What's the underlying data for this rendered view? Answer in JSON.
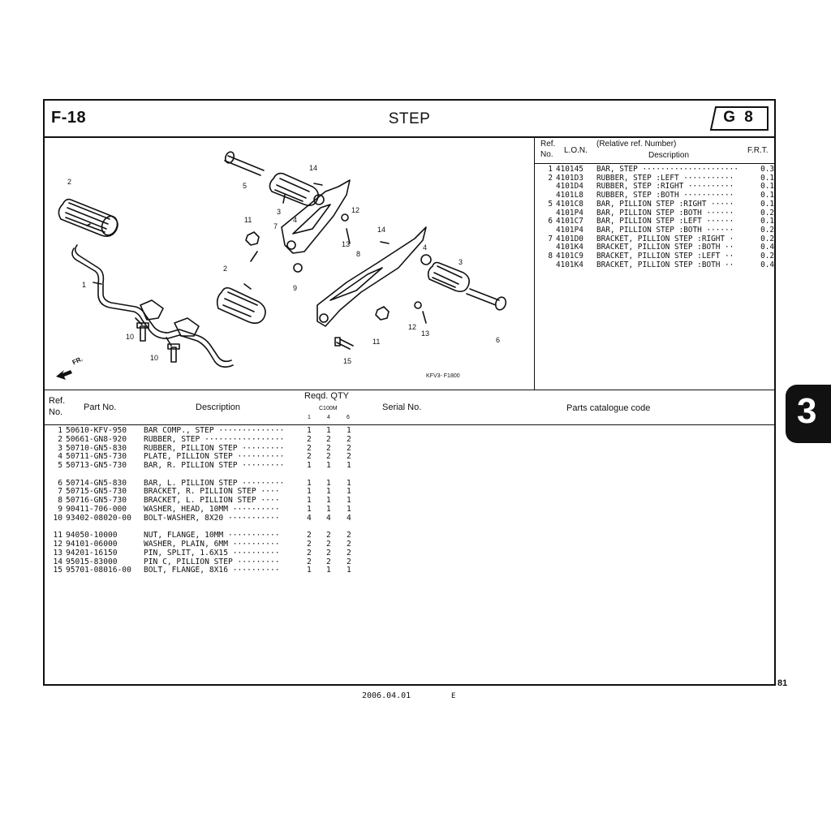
{
  "header": {
    "figure_id": "F-18",
    "title": "STEP",
    "group_code": "G 8"
  },
  "illustration": {
    "code": "KFV3- F1800",
    "direction_label": "FR.",
    "callouts": [
      "1",
      "2",
      "2",
      "3",
      "3",
      "4",
      "4",
      "5",
      "6",
      "7",
      "8",
      "9",
      "10",
      "10",
      "11",
      "11",
      "12",
      "12",
      "13",
      "13",
      "14",
      "14",
      "15"
    ]
  },
  "ref_table": {
    "headers": {
      "ref": "Ref.",
      "no": "No.",
      "lon": "L.O.N.",
      "relative": "(Relative ref. Number)",
      "description": "Description",
      "frt": "F.R.T."
    },
    "rows": [
      {
        "ref": "1",
        "lon": "410145",
        "desc": "BAR, STEP ·····················",
        "frt": "0.3"
      },
      {
        "ref": "2",
        "lon": "4101D3",
        "desc": "RUBBER, STEP :LEFT ···········",
        "frt": "0.1"
      },
      {
        "ref": "",
        "lon": "4101D4",
        "desc": "RUBBER, STEP :RIGHT ··········",
        "frt": "0.1"
      },
      {
        "ref": "",
        "lon": "4101L8",
        "desc": "RUBBER, STEP :BOTH ···········",
        "frt": "0.1"
      },
      {
        "ref": "5",
        "lon": "4101C8",
        "desc": "BAR, PILLION STEP :RIGHT ·····",
        "frt": "0.1"
      },
      {
        "ref": "",
        "lon": "4101P4",
        "desc": "BAR, PILLION STEP :BOTH ······",
        "frt": "0.2"
      },
      {
        "ref": "6",
        "lon": "4101C7",
        "desc": "BAR, PILLION STEP :LEFT ······",
        "frt": "0.1"
      },
      {
        "ref": "",
        "lon": "4101P4",
        "desc": "BAR, PILLION STEP :BOTH ······",
        "frt": "0.2"
      },
      {
        "ref": "7",
        "lon": "4101D0",
        "desc": "BRACKET, PILLION STEP :RIGHT ·",
        "frt": "0.2"
      },
      {
        "ref": "",
        "lon": "4101K4",
        "desc": "BRACKET, PILLION STEP :BOTH ··",
        "frt": "0.4"
      },
      {
        "ref": "8",
        "lon": "4101C9",
        "desc": "BRACKET, PILLION STEP :LEFT ··",
        "frt": "0.2"
      },
      {
        "ref": "",
        "lon": "4101K4",
        "desc": "BRACKET, PILLION STEP :BOTH ··",
        "frt": "0.4"
      }
    ]
  },
  "parts_table": {
    "headers": {
      "ref": "Ref.",
      "no": "No.",
      "part_no": "Part No.",
      "description": "Description",
      "reqd_qty": "Reqd. QTY",
      "model": "C100M",
      "qty_cols": [
        "1",
        "4",
        "6"
      ],
      "serial": "Serial No.",
      "catalogue": "Parts catalogue code"
    },
    "rows": [
      {
        "ref": "1",
        "part": "50610-KFV-950",
        "desc": "BAR COMP., STEP ··············",
        "q1": "1",
        "q4": "1",
        "q6": "1"
      },
      {
        "ref": "2",
        "part": "50661-GN8-920",
        "desc": "RUBBER, STEP ·················",
        "q1": "2",
        "q4": "2",
        "q6": "2"
      },
      {
        "ref": "3",
        "part": "50710-GN5-830",
        "desc": "RUBBER, PILLION STEP ·········",
        "q1": "2",
        "q4": "2",
        "q6": "2"
      },
      {
        "ref": "4",
        "part": "50711-GN5-730",
        "desc": "PLATE, PILLION STEP ··········",
        "q1": "2",
        "q4": "2",
        "q6": "2"
      },
      {
        "ref": "5",
        "part": "50713-GN5-730",
        "desc": "BAR, R. PILLION STEP ·········",
        "q1": "1",
        "q4": "1",
        "q6": "1"
      },
      {
        "ref": "6",
        "part": "50714-GN5-830",
        "desc": "BAR, L. PILLION STEP ·········",
        "q1": "1",
        "q4": "1",
        "q6": "1"
      },
      {
        "ref": "7",
        "part": "50715-GN5-730",
        "desc": "BRACKET, R. PILLION STEP ····",
        "q1": "1",
        "q4": "1",
        "q6": "1"
      },
      {
        "ref": "8",
        "part": "50716-GN5-730",
        "desc": "BRACKET, L. PILLION STEP ····",
        "q1": "1",
        "q4": "1",
        "q6": "1"
      },
      {
        "ref": "9",
        "part": "90411-706-000",
        "desc": "WASHER, HEAD, 10MM ··········",
        "q1": "1",
        "q4": "1",
        "q6": "1"
      },
      {
        "ref": "10",
        "part": "93402-08020-00",
        "desc": "BOLT-WASHER, 8X20 ···········",
        "q1": "4",
        "q4": "4",
        "q6": "4"
      },
      {
        "ref": "11",
        "part": "94050-10000",
        "desc": "NUT, FLANGE, 10MM ···········",
        "q1": "2",
        "q4": "2",
        "q6": "2"
      },
      {
        "ref": "12",
        "part": "94101-06000",
        "desc": "WASHER, PLAIN, 6MM ··········",
        "q1": "2",
        "q4": "2",
        "q6": "2"
      },
      {
        "ref": "13",
        "part": "94201-16150",
        "desc": "PIN, SPLIT, 1.6X15 ··········",
        "q1": "2",
        "q4": "2",
        "q6": "2"
      },
      {
        "ref": "14",
        "part": "95015-83000",
        "desc": "PIN C, PILLION STEP ·········",
        "q1": "2",
        "q4": "2",
        "q6": "2"
      },
      {
        "ref": "15",
        "part": "95701-08016-00",
        "desc": "BOLT, FLANGE, 8X16 ··········",
        "q1": "1",
        "q4": "1",
        "q6": "1"
      }
    ]
  },
  "footer": {
    "date": "2006.04.01",
    "code": "E",
    "page_number": "81",
    "section_tab": "3"
  }
}
